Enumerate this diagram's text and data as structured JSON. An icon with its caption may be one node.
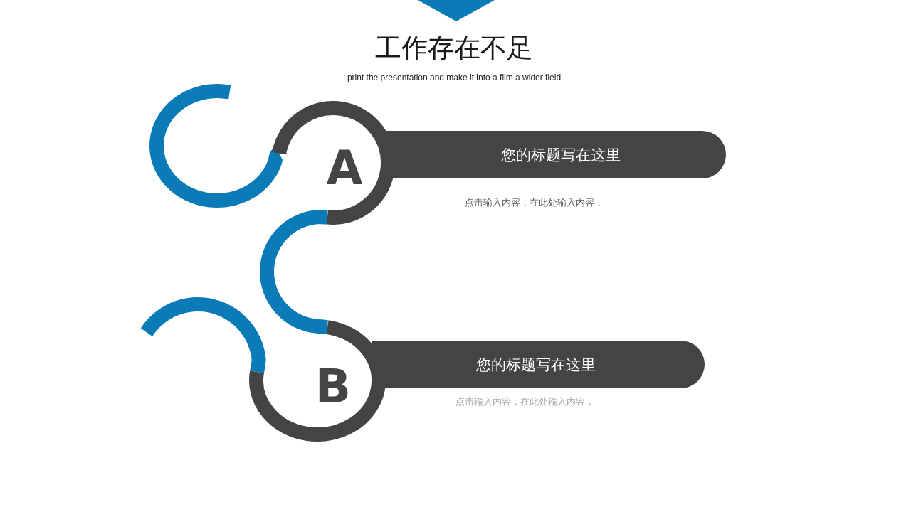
{
  "diagram": {
    "title": "工作存在不足",
    "nodes": [
      {
        "text": [
          "A"
        ]
      },
      {
        "text": [
          "您的标题写在这里"
        ],
        "beside": [
          "点击输入内容，在此处输入内容，"
        ]
      },
      {
        "text": [
          "B"
        ]
      },
      {
        "text": [
          "您的标题写在这里"
        ],
        "beside": [
          "点击输入内容，在此处输入内容，"
        ]
      }
    ],
    "edges": [
      {
        "from": null,
        "to": 0,
        "arrow": "none"
      },
      {
        "from": 0,
        "to": 2,
        "arrow": "none"
      },
      {
        "from": null,
        "to": 2,
        "arrow": "none"
      }
    ],
    "labels": [
      "print the presentation and make it into a film a wider field"
    ]
  }
}
